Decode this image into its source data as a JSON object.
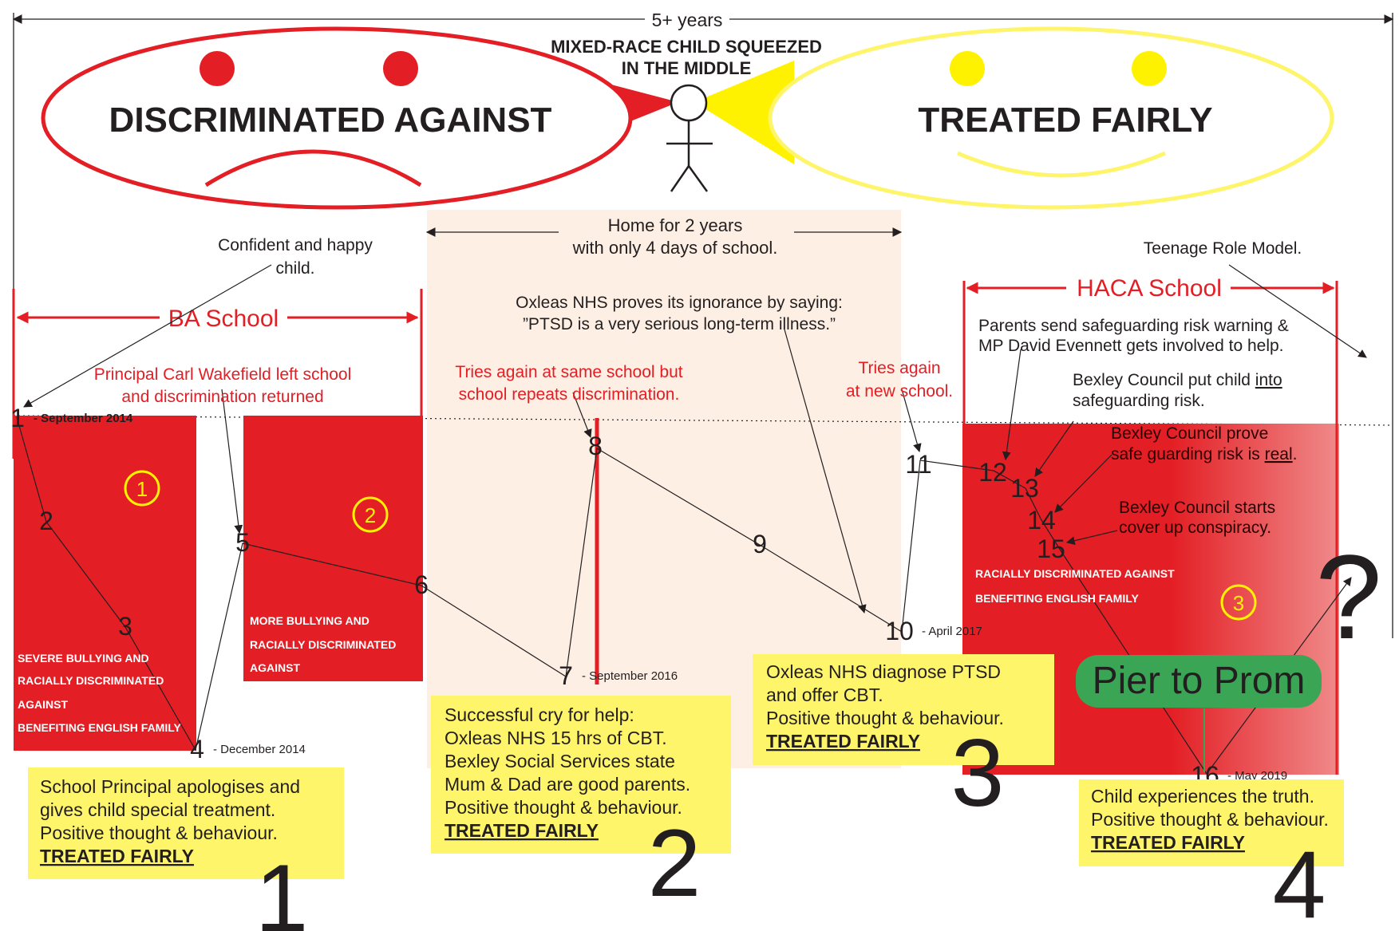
{
  "header": {
    "duration_label": "5+ years",
    "center_title_line1": "MIXED-RACE CHILD SQUEEZED",
    "center_title_line2": "IN THE MIDDLE",
    "left_title": "DISCRIMINATED AGAINST",
    "right_title": "TREATED FAIRLY"
  },
  "home_period": {
    "line1": "Home for 2 years",
    "line2": "with only 4 days of school."
  },
  "schools": {
    "ba": "BA School",
    "haca": "HACA School"
  },
  "notes": {
    "confident_1": "Confident and happy",
    "confident_2": "child.",
    "teenage": "Teenage Role Model.",
    "principal_1": "Principal Carl Wakefield left school",
    "principal_2": "and discrimination returned",
    "tries_same_1": "Tries again at same school but",
    "tries_same_2": "school repeats discrimination.",
    "oxleas_ignorance_1": "Oxleas NHS proves its ignorance by saying:",
    "oxleas_ignorance_2": "”PTSD is a very serious long-term illness.”",
    "tries_new_1": "Tries again",
    "tries_new_2": "at new school.",
    "parents_1": "Parents send safeguarding risk warning &",
    "parents_2": "MP David Evennett gets involved to help.",
    "bexley_put_1a": "Bexley Council put child ",
    "bexley_put_1b": "into",
    "bexley_put_2": "safeguarding risk.",
    "bexley_prove_1": "Bexley Council prove",
    "bexley_prove_2a": "safe guarding risk is ",
    "bexley_prove_2b": "real",
    "bexley_prove_2c": ".",
    "bexley_cover_1": "Bexley Council starts",
    "bexley_cover_2": "cover up conspiracy."
  },
  "blocks": {
    "b1_1": "SEVERE BULLYING AND",
    "b1_2": "RACIALLY DISCRIMINATED",
    "b1_3": "AGAINST",
    "b1_4": "BENEFITING ENGLISH FAMILY",
    "b2_1": "MORE BULLYING AND",
    "b2_2": "RACIALLY DISCRIMINATED",
    "b2_3": "AGAINST",
    "b3_1": "RACIALLY DISCRIMINATED AGAINST",
    "b3_2": "BENEFITING ENGLISH FAMILY",
    "badge1": "1",
    "badge2": "2",
    "badge3": "3"
  },
  "points": [
    {
      "label": "1",
      "date": "- September 2014"
    },
    {
      "label": "2",
      "date": ""
    },
    {
      "label": "3",
      "date": ""
    },
    {
      "label": "4",
      "date": "- December 2014"
    },
    {
      "label": "5",
      "date": ""
    },
    {
      "label": "6",
      "date": ""
    },
    {
      "label": "7",
      "date": "- September 2016"
    },
    {
      "label": "8",
      "date": ""
    },
    {
      "label": "9",
      "date": ""
    },
    {
      "label": "10",
      "date": "- April 2017"
    },
    {
      "label": "11",
      "date": ""
    },
    {
      "label": "12",
      "date": ""
    },
    {
      "label": "13",
      "date": ""
    },
    {
      "label": "14",
      "date": ""
    },
    {
      "label": "15",
      "date": ""
    },
    {
      "label": "16",
      "date": "- May 2019"
    }
  ],
  "boxes": {
    "box1": {
      "l1": "School Principal apologises and",
      "l2": "gives child special treatment.",
      "l3": "Positive thought & behaviour.",
      "l4": "TREATED FAIRLY",
      "num": "1"
    },
    "box2": {
      "l1": "Successful cry for help:",
      "l2": "Oxleas NHS 15 hrs of CBT.",
      "l3": "Bexley Social Services state",
      "l4": "Mum & Dad are good parents.",
      "l5": "Positive thought & behaviour.",
      "l6": "TREATED FAIRLY",
      "num": "2"
    },
    "box3": {
      "l1": "Oxleas NHS diagnose PTSD",
      "l2": "and offer CBT.",
      "l3": "Positive thought & behaviour.",
      "l4": "TREATED FAIRLY",
      "num": "3"
    },
    "box4": {
      "l1": "Child experiences the truth.",
      "l2": "Positive thought & behaviour.",
      "l3": "TREATED FAIRLY",
      "num": "4"
    }
  },
  "pier_to_prom": "Pier to Prom",
  "question_mark": "?",
  "colors": {
    "red": "#e31e24",
    "yellow": "#fff200",
    "pale_yellow": "#fff56a",
    "peach": "#fdefe4",
    "green": "#3aa655"
  }
}
